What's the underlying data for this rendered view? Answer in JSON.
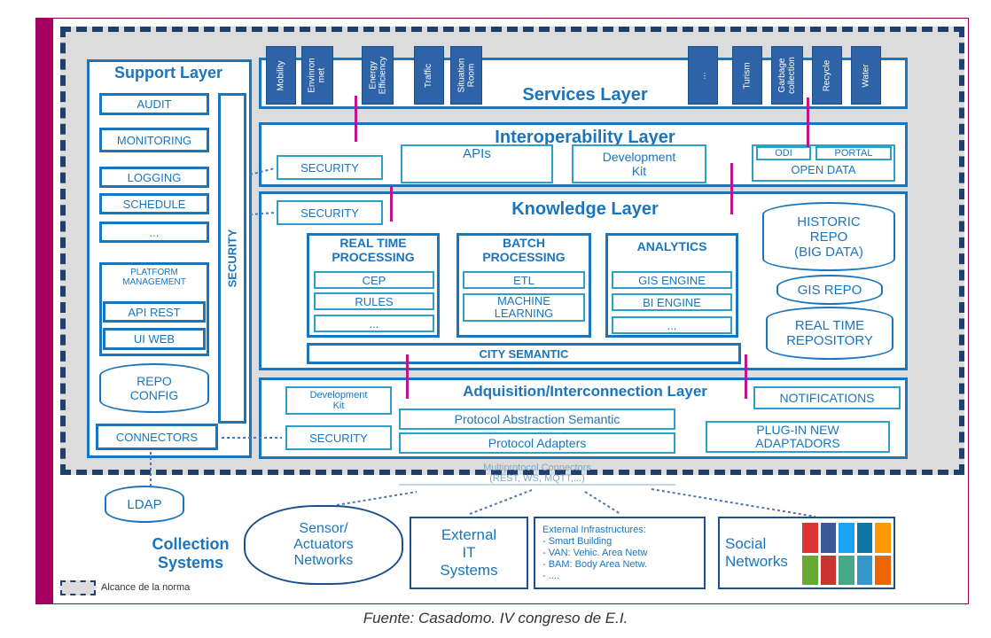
{
  "support": {
    "title": "Support Layer",
    "items": [
      "AUDIT",
      "MONITORING",
      "LOGGING",
      "SCHEDULE",
      "..."
    ],
    "platform": "PLATFORM MANAGEMENT",
    "api_rest": "API REST",
    "ui_web": "UI WEB",
    "repo_config": "REPO\nCONFIG",
    "connectors": "CONNECTORS",
    "security": "SECURITY"
  },
  "services": {
    "title": "Services Layer",
    "left": [
      "Mobility",
      "Envinron\nmet",
      "Energy\nEfficiency",
      "Traffic",
      "Situation\nRoom"
    ],
    "right": [
      "...",
      "Turism",
      "Garbage\ncollection",
      "Recycle",
      "Water"
    ]
  },
  "interop": {
    "title": "Interoperability Layer",
    "security": "SECURITY",
    "apis": "APIs",
    "devkit": "Development\nKit",
    "odi": "ODI",
    "portal": "PORTAL",
    "open_data": "OPEN DATA"
  },
  "knowledge": {
    "title": "Knowledge Layer",
    "security": "SECURITY",
    "rtp": {
      "title": "REAL TIME\nPROCESSING",
      "items": [
        "CEP",
        "RULES",
        "..."
      ]
    },
    "batch": {
      "title": "BATCH\nPROCESSING",
      "items": [
        "ETL",
        "MACHINE\nLEARNING"
      ]
    },
    "analytics": {
      "title": "ANALYTICS",
      "items": [
        "GIS ENGINE",
        "BI ENGINE",
        "..."
      ]
    },
    "city_semantic": "CITY SEMANTIC",
    "historic": "HISTORIC\nREPO\n(BIG DATA)",
    "gis_repo": "GIS REPO",
    "rt_repo": "REAL TIME\nREPOSITORY"
  },
  "acq": {
    "title": "Adquisition/Interconnection  Layer",
    "devkit": "Development\nKit",
    "security": "SECURITY",
    "pas": "Protocol Abstraction Semantic",
    "adapters": "Protocol Adapters",
    "notifications": "NOTIFICATIONS",
    "plugin": "PLUG-IN NEW\nADAPTADORS",
    "multiprotocol": "Multiprotocol Connectors\n(REST, WS, MQTT,...)"
  },
  "bottom": {
    "ldap": "LDAP",
    "collection": "Collection\nSystems",
    "sensor": "Sensor/\nActuators\nNetworks",
    "external_it": "External\nIT\nSystems",
    "ext_infra": "External Infrastructures:\n-    Smart Building\n-    VAN: Vehic. Area Netw\n-    BAM: Body Area Netw.\n-    ....",
    "social": "Social\nNetworks",
    "legend": "Alcance de la norma"
  },
  "caption": "Fuente: Casadomo. IV congreso de E.I.",
  "colors": {
    "primary": "#1b75bc",
    "arrow": "#c0168a",
    "service_tile": "#2f63a8",
    "frame_bar": "#a5005f"
  }
}
